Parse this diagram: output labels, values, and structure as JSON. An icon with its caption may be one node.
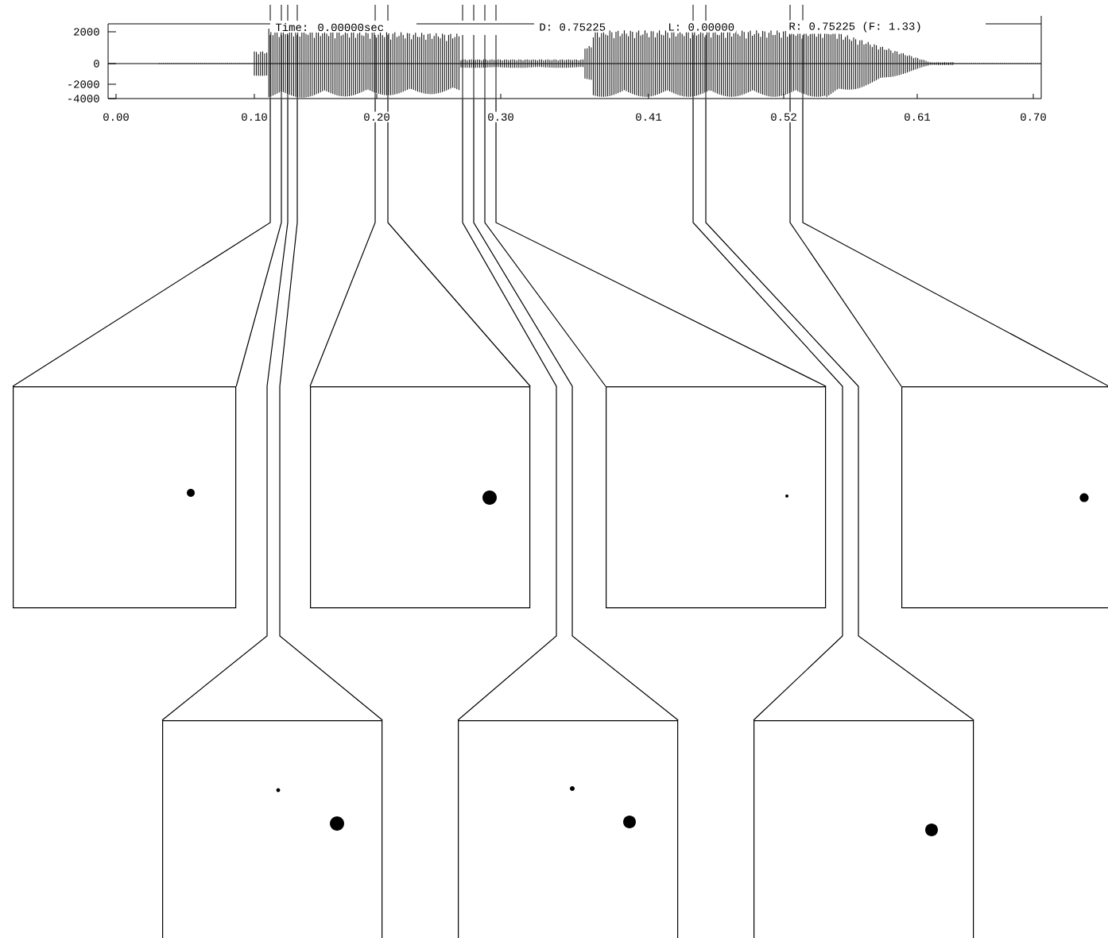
{
  "diagram": {
    "nodes": [
      {
        "text": [],
        "shape": "picture"
      },
      {
        "text": [],
        "shape": "picture"
      },
      {
        "text": [],
        "shape": "picture"
      },
      {
        "text": [],
        "shape": "picture"
      },
      {
        "text": [],
        "shape": "picture"
      },
      {
        "text": [],
        "shape": "picture"
      },
      {
        "text": [],
        "shape": "picture"
      },
      {
        "text": [],
        "shape": "picture"
      }
    ],
    "edges": [
      {
        "from": 0,
        "to": 1,
        "arrow": "none"
      },
      {
        "from": 0,
        "to": 1,
        "arrow": "none"
      },
      {
        "from": 0,
        "to": 2,
        "arrow": "none"
      },
      {
        "from": 0,
        "to": 2,
        "arrow": "none"
      },
      {
        "from": 0,
        "to": 3,
        "arrow": "none"
      },
      {
        "from": 0,
        "to": 3,
        "arrow": "none"
      },
      {
        "from": 0,
        "to": 4,
        "arrow": "none"
      },
      {
        "from": 0,
        "to": 4,
        "arrow": "none"
      },
      {
        "from": 0,
        "to": 5,
        "arrow": "none"
      },
      {
        "from": 0,
        "to": 5,
        "arrow": "none"
      },
      {
        "from": 0,
        "to": 6,
        "arrow": "none"
      },
      {
        "from": 0,
        "to": 6,
        "arrow": "none"
      },
      {
        "from": 0,
        "to": 7,
        "arrow": "none"
      },
      {
        "from": 0,
        "to": 7,
        "arrow": "none"
      }
    ],
    "labels": [
      "Time: 0.00000sec",
      "D: 0.75225",
      "L: 0.00000",
      "R: 0.75225 (F: 1.33)",
      "2000",
      "0",
      "-2000",
      "-4000",
      "0.00",
      "0.10",
      "0.20",
      "0.30",
      "0.41",
      "0.52",
      "0.61",
      "0.70"
    ]
  }
}
